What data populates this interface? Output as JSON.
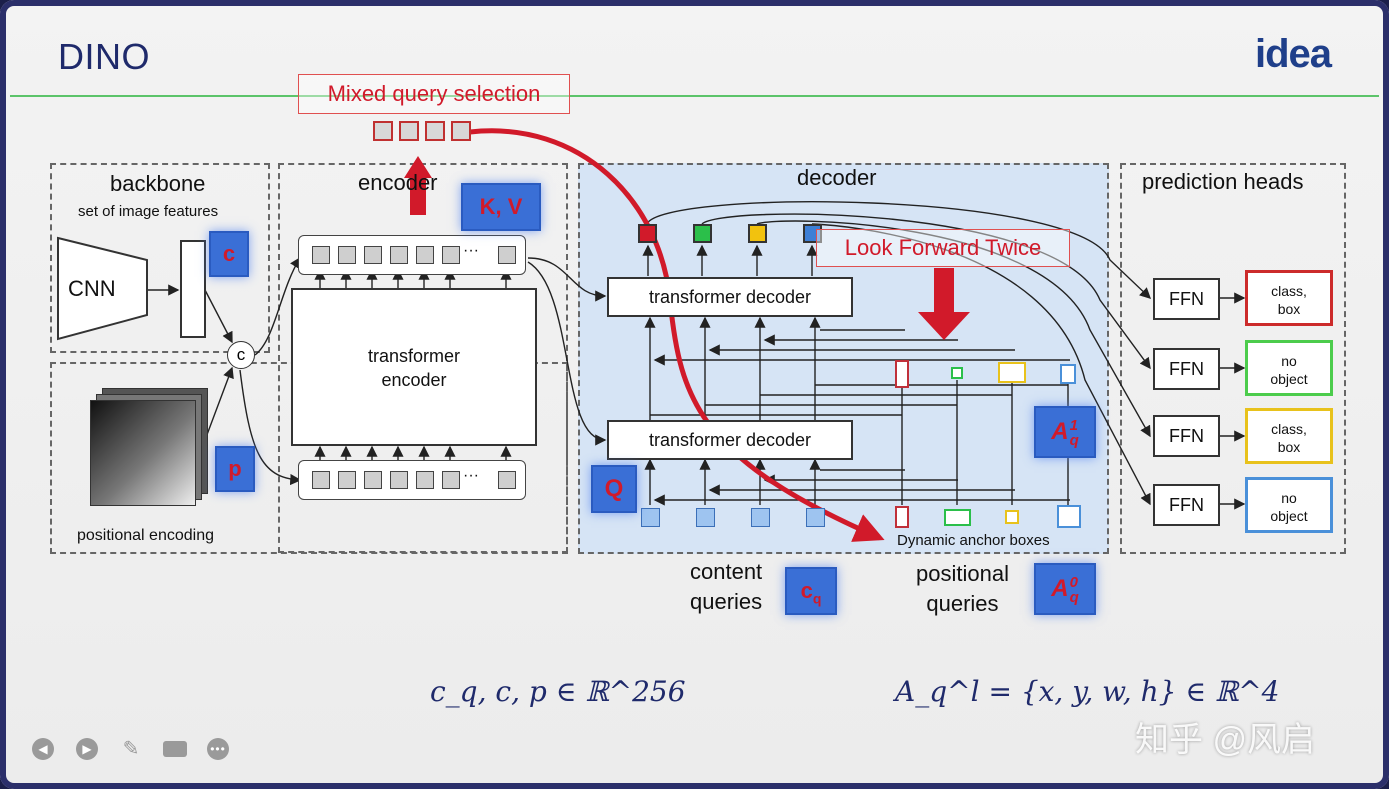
{
  "slide": {
    "title": "DINO",
    "logo": "idea",
    "watermark": "知乎 @风启"
  },
  "diagram": {
    "mixed_query_selection": "Mixed query selection",
    "backbone": {
      "title": "backbone",
      "subtitle": "set of image features",
      "cnn": "CNN",
      "concat_symbol": "c",
      "tag": "c"
    },
    "positional_encoding": {
      "label": "positional encoding",
      "tag": "p"
    },
    "encoder": {
      "title": "encoder",
      "block": "transformer encoder",
      "kv_tag": "K, V",
      "ellipsis": "···"
    },
    "decoder": {
      "title": "decoder",
      "block_top": "transformer decoder",
      "block_bottom": "transformer decoder",
      "look_forward_twice": "Look Forward Twice",
      "q_tag": "Q",
      "a1_tag": "A",
      "a1_sup": "1",
      "a1_sub": "q",
      "dynamic_anchor_boxes": "Dynamic anchor boxes"
    },
    "prediction_heads": {
      "title": "prediction heads",
      "ffn_label": "FFN",
      "outputs": [
        {
          "line1": "class,",
          "line2": "box",
          "color": "#cc2b2b"
        },
        {
          "line1": "no",
          "line2": "object",
          "color": "#4ccc4c"
        },
        {
          "line1": "class,",
          "line2": "box",
          "color": "#e8c21c"
        },
        {
          "line1": "no",
          "line2": "object",
          "color": "#4a90d9"
        }
      ]
    },
    "content_queries": {
      "line1": "content",
      "line2": "queries",
      "tag": "c",
      "tag_sub": "q"
    },
    "positional_queries": {
      "line1": "positional",
      "line2": "queries",
      "tag": "A",
      "tag_sup": "0",
      "tag_sub": "q"
    }
  },
  "formulas": {
    "left": "c_q, c, p ∈ ℝ^256",
    "right": "A_q^l = {x, y, w, h} ∈ ℝ^4"
  },
  "colors": {
    "accent_red": "#cc1f1f",
    "tag_blue": "#3a6fd6",
    "rule_green": "#5cc46a",
    "title_navy": "#1f2a6b"
  },
  "controls": {
    "icons": [
      "prev-icon",
      "play-icon",
      "pen-icon",
      "camera-icon",
      "more-icon"
    ]
  }
}
